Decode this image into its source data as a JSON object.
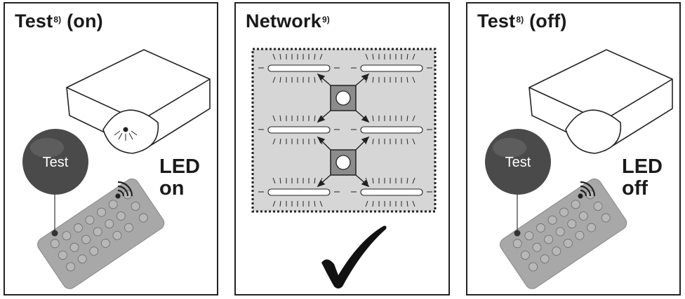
{
  "panels": {
    "test_on": {
      "title": "Test",
      "footnote": "8)",
      "state": "(on)",
      "button_label": "Test",
      "led_line1": "LED",
      "led_line2": "on"
    },
    "network": {
      "title": "Network",
      "footnote": "9)"
    },
    "test_off": {
      "title": "Test",
      "footnote": "8)",
      "state": "(off)",
      "button_label": "Test",
      "led_line1": "LED",
      "led_line2": "off"
    }
  },
  "colors": {
    "outline": "#222222",
    "ball": "#4a4a4a",
    "remote": "#a8a8a8",
    "network_bg": "#d4d4d4",
    "sensor": "#8c8c8c"
  },
  "icons": [
    "wireless-signal-icon",
    "checkmark-icon",
    "sensor-icon",
    "light-fixture-icon"
  ]
}
